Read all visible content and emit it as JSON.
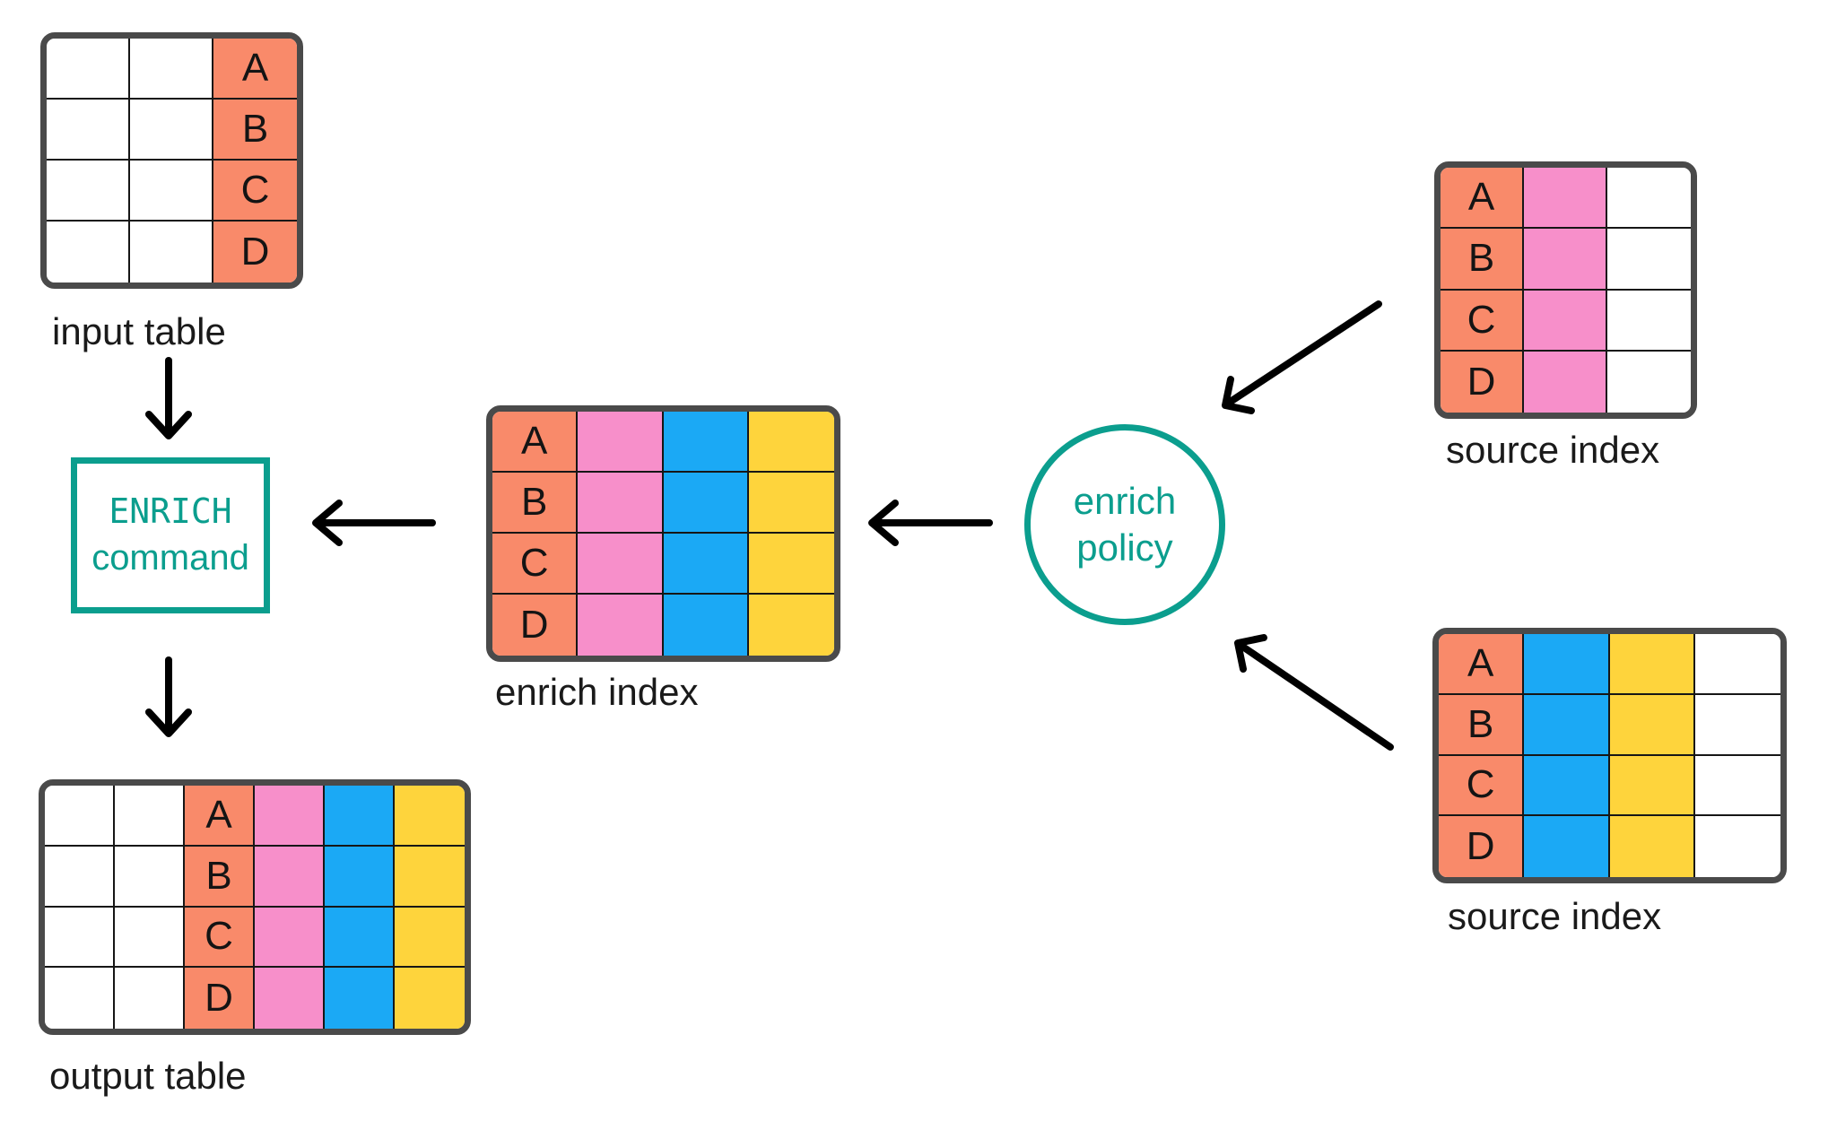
{
  "colors": {
    "salmon": "#f98a6a",
    "pink": "#f78fca",
    "blue": "#1ba9f5",
    "yellow": "#fed43c",
    "white": "#ffffff",
    "teal": "#0b9e8e",
    "table_border": "#4a4a4a",
    "grid_line": "#161616",
    "arrow": "#000000",
    "text": "#1a1a1a"
  },
  "nodes": {
    "enrich_command": {
      "line1": "ENRICH",
      "line2": "command"
    },
    "enrich_policy": {
      "line1": "enrich",
      "line2": "policy"
    }
  },
  "tables": {
    "input_table": {
      "label": "input table",
      "rows": 4,
      "columns": [
        {
          "color": "white",
          "labels": [
            "",
            "",
            "",
            ""
          ]
        },
        {
          "color": "white",
          "labels": [
            "",
            "",
            "",
            ""
          ]
        },
        {
          "color": "salmon",
          "labels": [
            "A",
            "B",
            "C",
            "D"
          ]
        }
      ]
    },
    "enrich_index": {
      "label": "enrich index",
      "rows": 4,
      "columns": [
        {
          "color": "salmon",
          "labels": [
            "A",
            "B",
            "C",
            "D"
          ]
        },
        {
          "color": "pink",
          "labels": [
            "",
            "",
            "",
            ""
          ]
        },
        {
          "color": "blue",
          "labels": [
            "",
            "",
            "",
            ""
          ]
        },
        {
          "color": "yellow",
          "labels": [
            "",
            "",
            "",
            ""
          ]
        }
      ]
    },
    "source_index_top": {
      "label": "source index",
      "rows": 4,
      "columns": [
        {
          "color": "salmon",
          "labels": [
            "A",
            "B",
            "C",
            "D"
          ]
        },
        {
          "color": "pink",
          "labels": [
            "",
            "",
            "",
            ""
          ]
        },
        {
          "color": "white",
          "labels": [
            "",
            "",
            "",
            ""
          ]
        }
      ]
    },
    "source_index_bottom": {
      "label": "source index",
      "rows": 4,
      "columns": [
        {
          "color": "salmon",
          "labels": [
            "A",
            "B",
            "C",
            "D"
          ]
        },
        {
          "color": "blue",
          "labels": [
            "",
            "",
            "",
            ""
          ]
        },
        {
          "color": "yellow",
          "labels": [
            "",
            "",
            "",
            ""
          ]
        },
        {
          "color": "white",
          "labels": [
            "",
            "",
            "",
            ""
          ]
        }
      ]
    },
    "output_table": {
      "label": "output table",
      "rows": 4,
      "columns": [
        {
          "color": "white",
          "labels": [
            "",
            "",
            "",
            ""
          ]
        },
        {
          "color": "white",
          "labels": [
            "",
            "",
            "",
            ""
          ]
        },
        {
          "color": "salmon",
          "labels": [
            "A",
            "B",
            "C",
            "D"
          ]
        },
        {
          "color": "pink",
          "labels": [
            "",
            "",
            "",
            ""
          ]
        },
        {
          "color": "blue",
          "labels": [
            "",
            "",
            "",
            ""
          ]
        },
        {
          "color": "yellow",
          "labels": [
            "",
            "",
            "",
            ""
          ]
        }
      ]
    }
  }
}
